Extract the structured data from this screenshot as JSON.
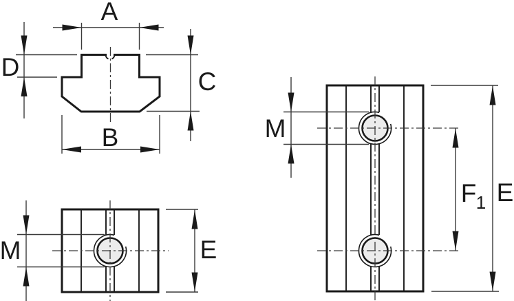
{
  "colors": {
    "line": "#1a1a1a",
    "thin_line": "#3a3a3a",
    "hole_fill": "#ececec",
    "background": "#ffffff"
  },
  "views": {
    "profile": {
      "dim_a": "A",
      "dim_d": "D",
      "dim_c": "C",
      "dim_b": "B"
    },
    "top_single": {
      "dim_m": "M",
      "dim_e": "E"
    },
    "top_double": {
      "dim_m": "M",
      "dim_f_base": "F",
      "dim_f_sub": "1",
      "dim_e": "E"
    }
  }
}
